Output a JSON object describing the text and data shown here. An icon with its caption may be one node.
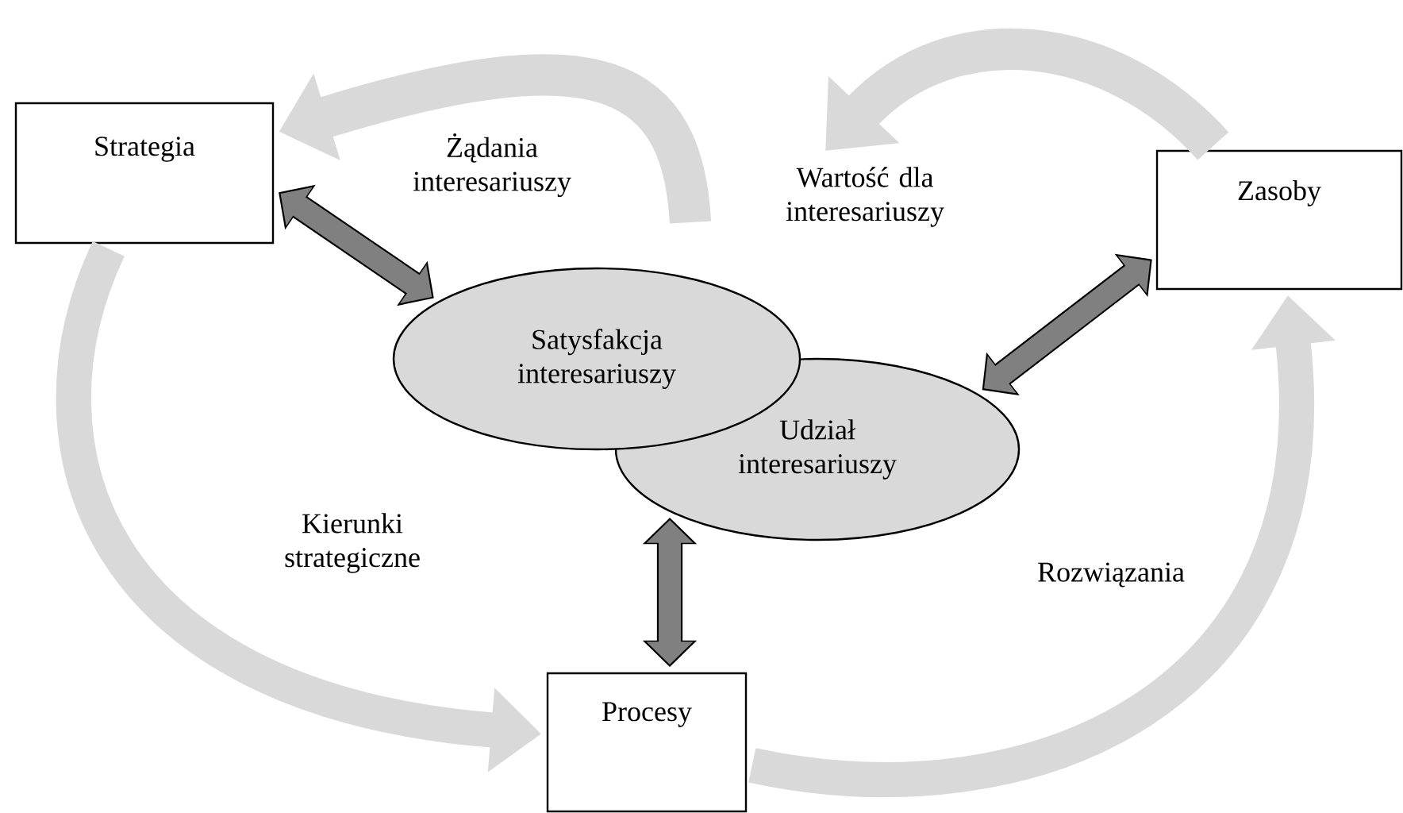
{
  "diagram": {
    "nodes": [
      {
        "text": [
          "Strategia"
        ]
      },
      {
        "text": [
          "Zasoby"
        ]
      },
      {
        "text": [
          "Satysfakcja interesariuszy"
        ]
      },
      {
        "text": [
          "Udział interesariuszy"
        ]
      },
      {
        "text": [
          "Procesy"
        ]
      }
    ],
    "edges": [
      {
        "from": 0,
        "to": 2,
        "arrow": "both",
        "color": "#808080"
      },
      {
        "from": 3,
        "to": 1,
        "arrow": "both",
        "color": "#808080"
      },
      {
        "from": 3,
        "to": 4,
        "arrow": "both",
        "color": "#808080"
      },
      {
        "from": 0,
        "to": 4,
        "arrow": "to",
        "label": "Kierunki strategiczne",
        "color": "#d9d9d9"
      },
      {
        "from": 4,
        "to": 1,
        "arrow": "to",
        "label": "Rozwiązania",
        "color": "#d9d9d9"
      },
      {
        "from": null,
        "to": 0,
        "arrow": "to",
        "label": "Żądania interesariuszy",
        "color": "#d9d9d9"
      },
      {
        "from": 1,
        "to": null,
        "arrow": "to",
        "label": "Wartość dla interesariuszy",
        "color": "#d9d9d9"
      }
    ]
  }
}
